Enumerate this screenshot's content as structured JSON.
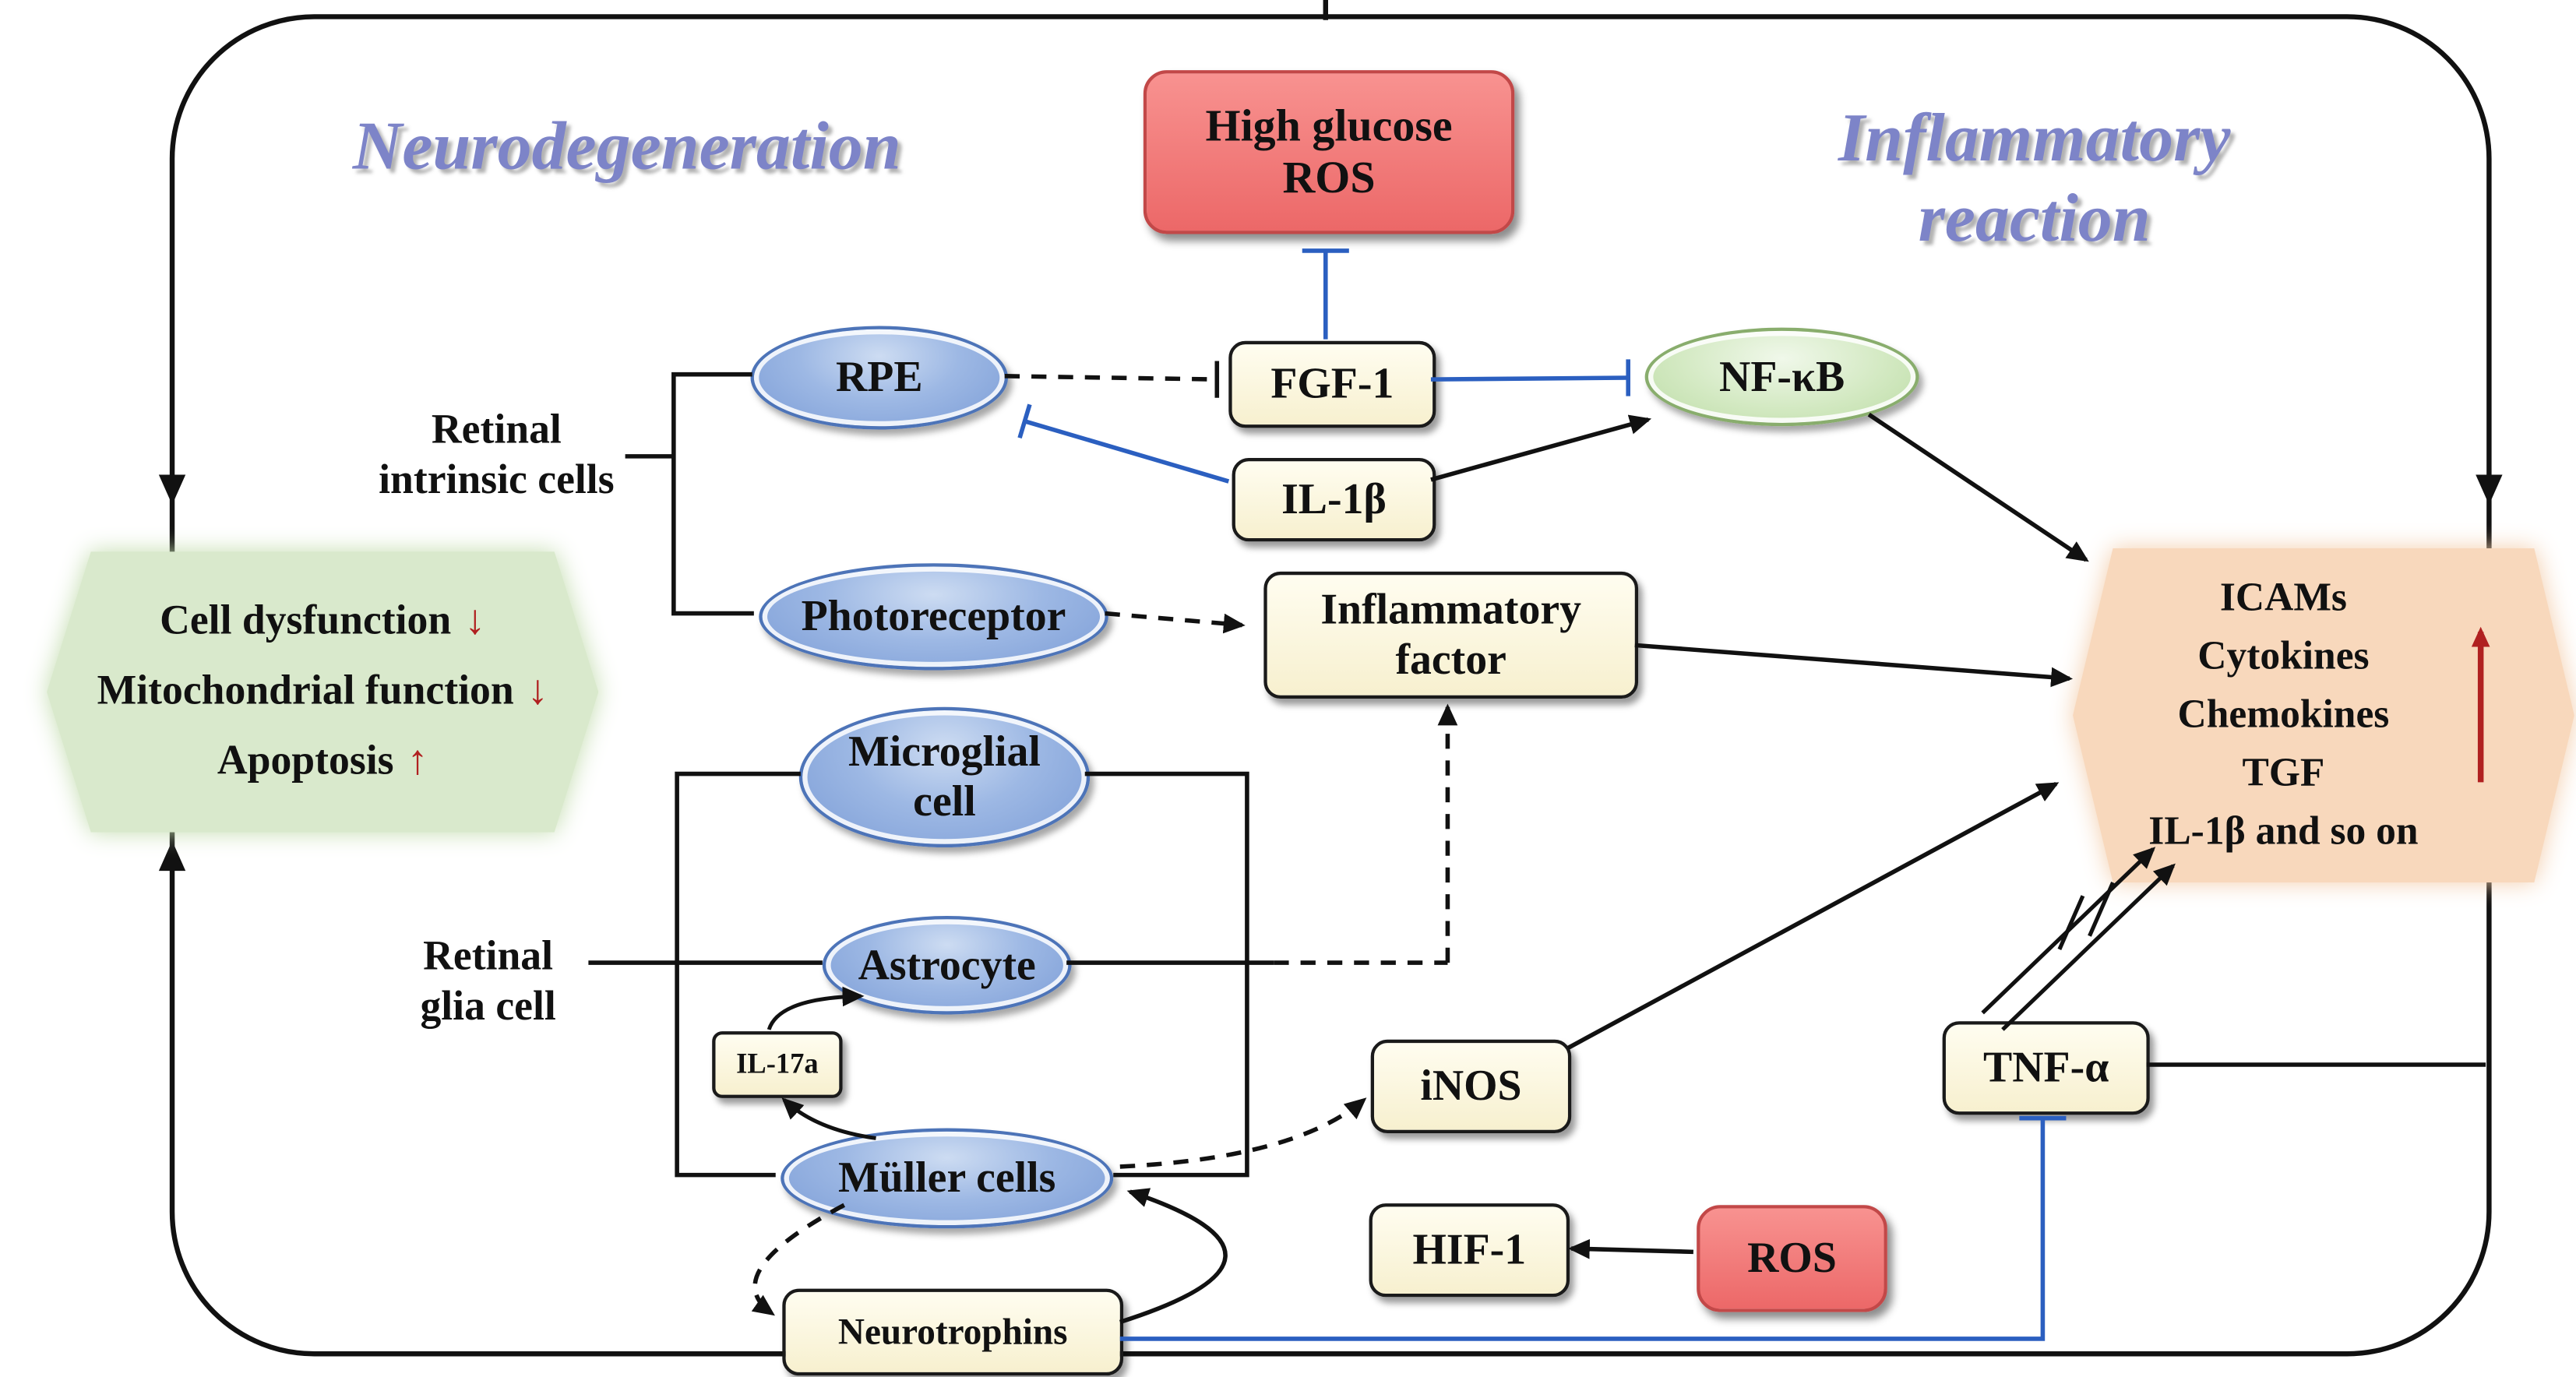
{
  "figure": {
    "title_left": "Neurodegeneration",
    "title_right": "Inflammatory\nreaction"
  },
  "nodes": {
    "high_glucose": "High glucose\nROS",
    "rpe": "RPE",
    "fgf1": "FGF-1",
    "nfkb": "NF-κB",
    "il1b": "IL-1β",
    "photoreceptor": "Photoreceptor",
    "inflammatory_factor": "Inflammatory\nfactor",
    "microglial_cell": "Microglial\ncell",
    "astrocyte": "Astrocyte",
    "il17a": "IL-17a",
    "muller_cells": "Müller cells",
    "neurotrophins": "Neurotrophins",
    "inos": "iNOS",
    "hif1": "HIF-1",
    "ros": "ROS",
    "tnf_alpha": "TNF-α"
  },
  "group_labels": {
    "retinal_intrinsic_cells": "Retinal\nintrinsic cells",
    "retinal_glia_cell": "Retinal\nglia cell"
  },
  "left_hexagon": {
    "lines": [
      {
        "text": "Cell dysfunction",
        "arrow": "↓"
      },
      {
        "text": "Mitochondrial function",
        "arrow": "↓"
      },
      {
        "text": "Apoptosis",
        "arrow": "↑"
      }
    ]
  },
  "right_hexagon": {
    "lines": [
      "ICAMs",
      "Cytokines",
      "Chemokines",
      "TGF",
      "IL-1β and so on"
    ]
  },
  "colors": {
    "inhibition_blue": "#2b5fc0",
    "arrow_black": "#111111",
    "emphasis_red": "#b02020",
    "red_box": "#f37b7b",
    "cream_box": "#fbf6dc",
    "blue_ellipse": "#8facdc",
    "green_ellipse": "#cfe7bd",
    "green_hexagon": "#d9e9cc",
    "peach_hexagon": "#f8d8bc",
    "title_blue": "#7d84c8"
  }
}
